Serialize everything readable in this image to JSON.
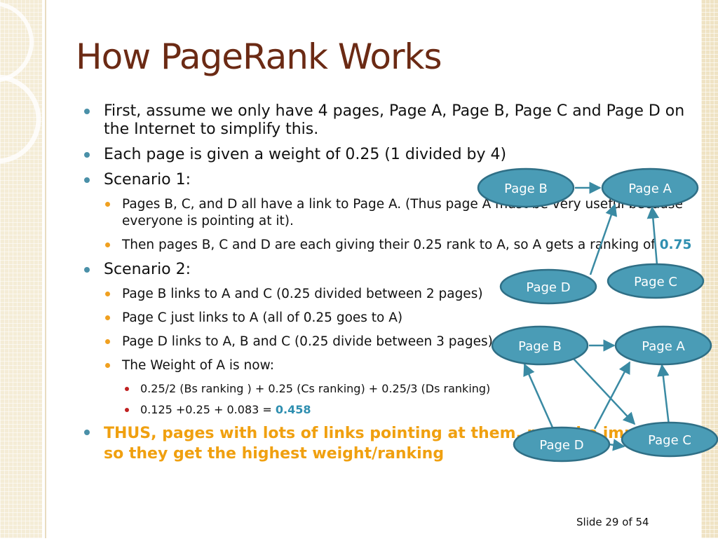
{
  "title": "How PageRank Works",
  "bullets": {
    "b1": "First, assume we only have 4 pages, Page A, Page B, Page C and Page D on the Internet to simplify this.",
    "b2": "Each page is given a weight of 0.25 (1 divided by 4)",
    "b3": "Scenario 1:",
    "b3_1": "Pages B, C, and D all have a link to Page A. (Thus page A must be very useful because everyone is pointing at it).",
    "b3_2_text": "Then pages B, C and D are each giving their 0.25 rank to A, so A gets a ranking of",
    "b3_2_value": "0.75",
    "b4": "Scenario 2:",
    "b4_1": "Page B links to A and C (0.25 divided between 2 pages)",
    "b4_2": "Page C just links to A (all of 0.25 goes to A)",
    "b4_3": "Page D links to A, B and C (0.25 divide between 3 pages)",
    "b4_4": "The Weight of A is now:",
    "b4_4_1": "0.25/2 (Bs ranking ) + 0.25 (Cs ranking) + 0.25/3 (Ds ranking)",
    "b4_4_2_text": "0.125 +0.25 + 0.083 =",
    "b4_4_2_value": "0.458",
    "b5": "THUS, pages with lots of links pointing at them, must be important so they get the highest weight/ranking"
  },
  "diagram1": {
    "nodes": {
      "page_b": "Page B",
      "page_a": "Page A",
      "page_d": "Page D",
      "page_c": "Page C"
    },
    "edges": [
      [
        "Page B",
        "Page A"
      ],
      [
        "Page D",
        "Page A"
      ],
      [
        "Page C",
        "Page A"
      ]
    ]
  },
  "diagram2": {
    "nodes": {
      "page_b": "Page B",
      "page_a": "Page A",
      "page_d": "Page D",
      "page_c": "Page C"
    },
    "edges": [
      [
        "Page B",
        "Page A"
      ],
      [
        "Page B",
        "Page C"
      ],
      [
        "Page C",
        "Page A"
      ],
      [
        "Page D",
        "Page A"
      ],
      [
        "Page D",
        "Page B"
      ],
      [
        "Page D",
        "Page C"
      ]
    ]
  },
  "colors": {
    "title": "#6b2a14",
    "node_fill": "#4a9cb6",
    "node_stroke": "#2f6f86",
    "edge": "#3a8aa3",
    "highlight_blue": "#2f8fb0",
    "highlight_orange": "#f0a010"
  },
  "footer": "Slide 29 of 54"
}
